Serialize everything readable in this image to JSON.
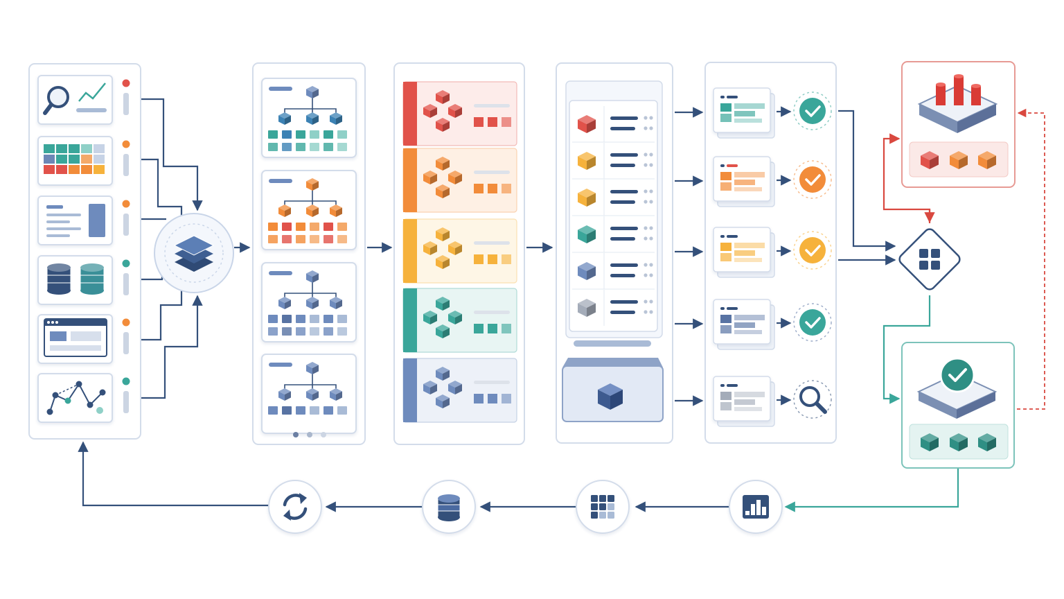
{
  "colors": {
    "navy": "#34507a",
    "blue": "#5873a3",
    "lightblue": "#a9bbd6",
    "panel_border": "#d3dcea",
    "red": "#e1524a",
    "orange": "#f28c3a",
    "yellow": "#f6b23c",
    "teal": "#3aa69a",
    "steel": "#6e8bbd",
    "gray": "#a4acb9"
  },
  "sources": [
    {
      "icon": "search-chart-icon",
      "status": "red"
    },
    {
      "icon": "heatmap-table-icon",
      "status": "orange"
    },
    {
      "icon": "document-list-icon",
      "status": "orange"
    },
    {
      "icon": "database-icon",
      "status": "teal"
    },
    {
      "icon": "browser-window-icon",
      "status": "orange"
    },
    {
      "icon": "network-graph-icon",
      "status": "teal"
    }
  ],
  "hub": {
    "icon": "layers-icon"
  },
  "hierarchies": [
    {
      "color": "blue"
    },
    {
      "color": "orange"
    },
    {
      "color": "blue"
    },
    {
      "color": "blue"
    }
  ],
  "clusters": [
    {
      "color": "red"
    },
    {
      "color": "orange"
    },
    {
      "color": "yellow"
    },
    {
      "color": "teal"
    },
    {
      "color": "steel"
    }
  ],
  "queue": {
    "cubes": [
      "red",
      "yellow",
      "yellow",
      "teal",
      "steel",
      "gray"
    ],
    "bin_icon": "cube-icon"
  },
  "reports": [
    {
      "color": "teal",
      "status_icon": "check-icon"
    },
    {
      "color": "orange",
      "status_icon": "check-icon"
    },
    {
      "color": "yellow",
      "status_icon": "check-icon"
    },
    {
      "color": "blue",
      "status_icon": "check-icon"
    },
    {
      "color": "gray",
      "status_icon": "search-icon"
    }
  ],
  "decision": {
    "icon": "grid-icon"
  },
  "outputs": [
    {
      "theme": "red",
      "top_icon": "bar-chart-3d-icon"
    },
    {
      "theme": "teal",
      "top_icon": "check-badge-icon"
    }
  ],
  "feedback": [
    "bar-chart-icon",
    "grid-icon",
    "database-icon",
    "refresh-icon"
  ]
}
